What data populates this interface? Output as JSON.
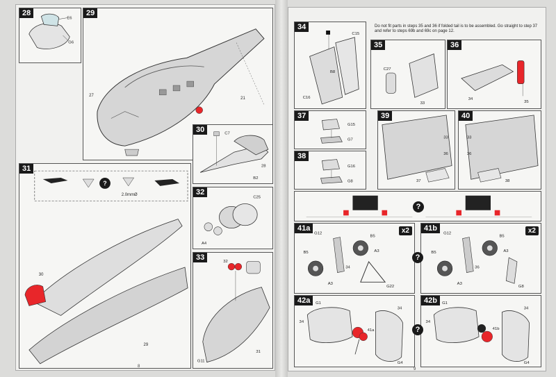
{
  "steps": {
    "s28": "28",
    "s29": "29",
    "s30": "30",
    "s31": "31",
    "s32": "32",
    "s33": "33",
    "s34": "34",
    "s35": "35",
    "s36": "36",
    "s37": "37",
    "s38": "38",
    "s39": "39",
    "s40": "40",
    "s41a": "41a",
    "s41b": "41b",
    "s42a": "42a",
    "s42b": "42b"
  },
  "multiplier": "x2",
  "question_mark": "?",
  "note_34": "Do not fit parts in steps 35 and 36 if folded tail is to be assembled. Go straight to step 37 and refer to steps 69b and 69c on page 12.",
  "drill_size": "2.0mmØ",
  "page_numbers": {
    "left": "8",
    "right": "9"
  },
  "part_labels": {
    "p28": [
      "E6",
      "G6"
    ],
    "p29": [
      "27",
      "21"
    ],
    "p30": [
      "C7",
      "28",
      "B2"
    ],
    "p31": [
      "30",
      "29"
    ],
    "p32": [
      "C25",
      "A4"
    ],
    "p33": [
      "32",
      "31",
      "G11"
    ],
    "p34": [
      "C15",
      "B8",
      "C16"
    ],
    "p35": [
      "C27",
      "33"
    ],
    "p36": [
      "34",
      "35"
    ],
    "p37": [
      "G15",
      "G7"
    ],
    "p38": [
      "G16",
      "G8"
    ],
    "p39": [
      "33",
      "36",
      "37"
    ],
    "p40": [
      "33",
      "36",
      "38"
    ],
    "p41a": [
      "G12",
      "B5",
      "A3",
      "B5",
      "34",
      "A3",
      "G22"
    ],
    "p41b": [
      "G12",
      "B5",
      "A3",
      "B5",
      "36",
      "A3",
      "G8"
    ],
    "p42a": [
      "G1",
      "34",
      "34",
      "G4",
      "41a"
    ],
    "p42b": [
      "G1",
      "34",
      "34",
      "G4",
      "41b"
    ]
  },
  "colors": {
    "accent_red": "#e8262a",
    "panel_border": "#555555",
    "step_bg": "#1a1a1a"
  }
}
